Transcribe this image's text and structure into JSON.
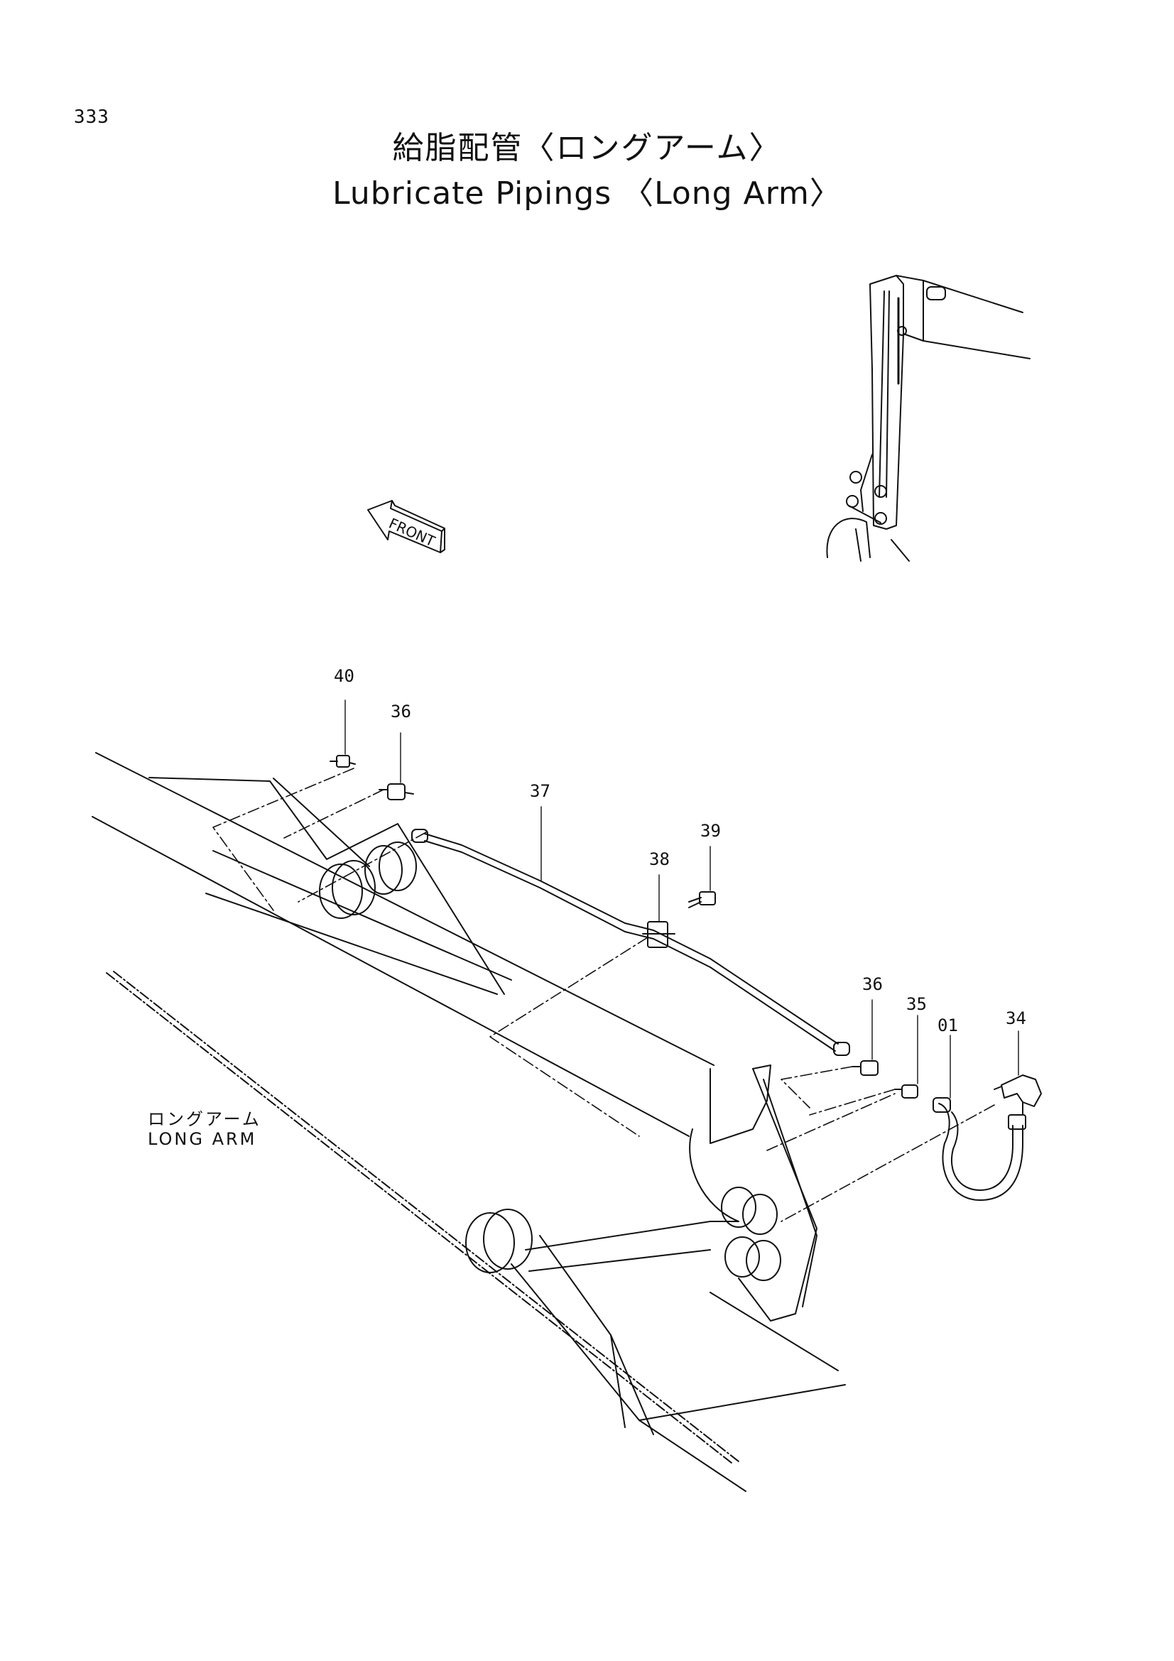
{
  "page": {
    "number": "333"
  },
  "title": {
    "japanese": "給脂配管〈ロングアーム〉",
    "english": "Lubricate Pipings 〈Long Arm〉"
  },
  "front_arrow": {
    "label": "FRONT"
  },
  "arm_label": {
    "japanese": "ロングアーム",
    "english": "LONG ARM"
  },
  "callouts": {
    "c40": "40",
    "c36a": "36",
    "c37": "37",
    "c39": "39",
    "c38": "38",
    "c36b": "36",
    "c35": "35",
    "c01": "01",
    "c34": "34"
  }
}
